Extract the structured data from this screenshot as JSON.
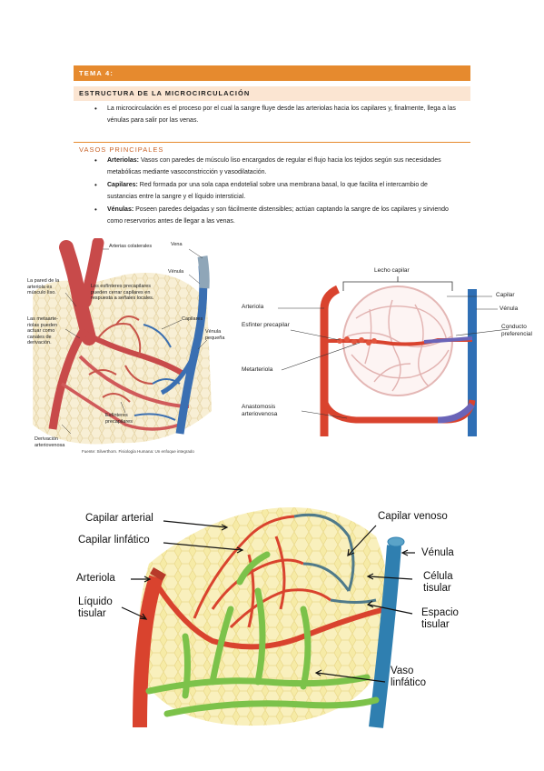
{
  "header": {
    "tema": "TEMA 4:",
    "section": "ESTRUCTURA DE LA MICROCIRCULACIÓN",
    "intro": "La microcirculación es el proceso por el cual la sangre fluye desde las arteriolas hacia los capilares y, finalmente, llega a las vénulas para salir por las venas."
  },
  "vasos": {
    "title": "VASOS PRINCIPALES",
    "items": [
      {
        "term": "Arteriolas:",
        "text": " Vasos con paredes de músculo liso encargados de regular el flujo hacia los tejidos según sus necesidades metabólicas mediante vasoconstricción y vasodilatación."
      },
      {
        "term": "Capilares:",
        "text": " Red formada por una sola capa endotelial sobre una membrana basal, lo que facilita el intercambio de sustancias entre la sangre y el líquido intersticial."
      },
      {
        "term": "Vénulas:",
        "text": " Poseen paredes delgadas y son fácilmente distensibles; actúan captando la sangre de los capilares y sirviendo como reservorios antes de llegar a las venas."
      }
    ]
  },
  "figure1": {
    "labels": {
      "arterias": "Arterias colaterales",
      "vena": "Vena",
      "venula": "Vénula",
      "pared": "La pared de la arteriola es músculo liso.",
      "esfinteres": "Los esfínteres precapilares pueden cerrar capilares en respuesta a señales locales.",
      "metarteriolas": "Las metaarte- riolas pueden actuar como canales de derivación.",
      "capilares": "Capilares",
      "venula_pequena": "Vénula pequeña",
      "esf_pre": "Esfínteres precapilares",
      "derivacion": "Derivación arteriovenosa"
    },
    "source": "Fuente: Silverthorn. Fisiología Humana: Un enfoque integrado"
  },
  "figure2": {
    "labels": {
      "lecho": "Lecho capilar",
      "arteriola": "Arteriola",
      "esfinter": "Esfínter precapilar",
      "metarteriola": "Metarteriola",
      "anastomosis": "Anastomosis arteriovenosa",
      "capilar": "Capilar",
      "venula": "Vénula",
      "conducto": "Conducto preferencial"
    }
  },
  "figure3": {
    "labels": {
      "cap_arterial": "Capilar arterial",
      "cap_linfatico": "Capilar linfático",
      "arteriola": "Arteriola",
      "liquido": "Líquido tisular",
      "cap_venoso": "Capilar venoso",
      "venula": "Vénula",
      "celula": "Célula tisular",
      "espacio": "Espacio tisular",
      "vaso": "Vaso linfático"
    }
  },
  "colors": {
    "accent": "#e68a2e",
    "artery": "#d9432e",
    "vein": "#2f7fb0",
    "lymph": "#7cc24a"
  }
}
